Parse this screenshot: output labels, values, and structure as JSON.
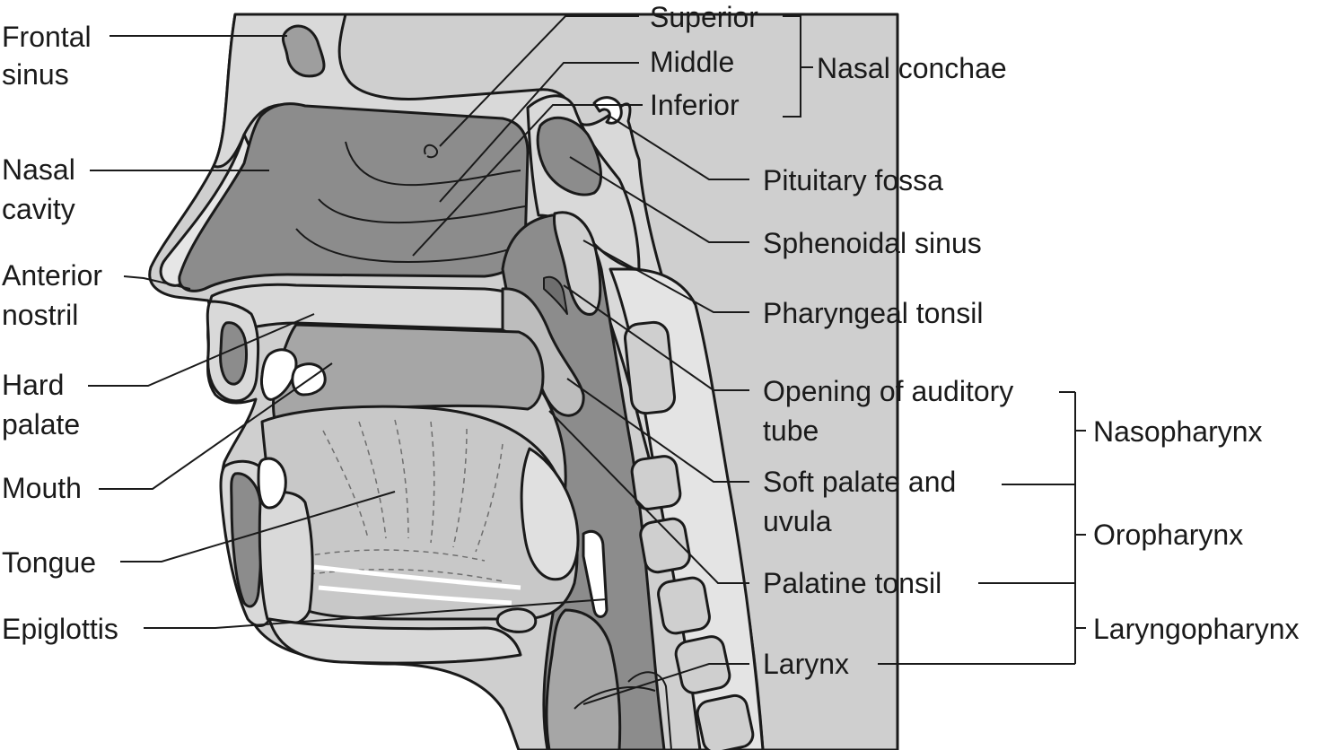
{
  "labels": {
    "frontal_sinus": [
      "Frontal",
      "sinus"
    ],
    "nasal_cavity": [
      "Nasal",
      "cavity"
    ],
    "anterior_nostril": [
      "Anterior",
      "nostril"
    ],
    "hard_palate": [
      "Hard",
      "palate"
    ],
    "mouth": "Mouth",
    "tongue": "Tongue",
    "epiglottis": "Epiglottis",
    "superior": "Superior",
    "middle": "Middle",
    "inferior": "Inferior",
    "nasal_conchae": "Nasal conchae",
    "pituitary_fossa": "Pituitary fossa",
    "sphenoidal_sinus": "Sphenoidal sinus",
    "pharyngeal_tonsil": "Pharyngeal tonsil",
    "opening_auditory_tube": [
      "Opening of auditory",
      "tube"
    ],
    "soft_palate_uvula": [
      "Soft palate and",
      "uvula"
    ],
    "palatine_tonsil": "Palatine tonsil",
    "larynx": "Larynx",
    "nasopharynx": "Nasopharynx",
    "oropharynx": "Oropharynx",
    "laryngopharynx": "Laryngopharynx"
  },
  "colors": {
    "outline": "#1a1a1a",
    "bone": "#d9d9d9",
    "cavity": "#8c8c8c",
    "cavity_light": "#a6a6a6",
    "tissue": "#bdbdbd",
    "tongue": "#c8c8c8",
    "white": "#ffffff"
  }
}
